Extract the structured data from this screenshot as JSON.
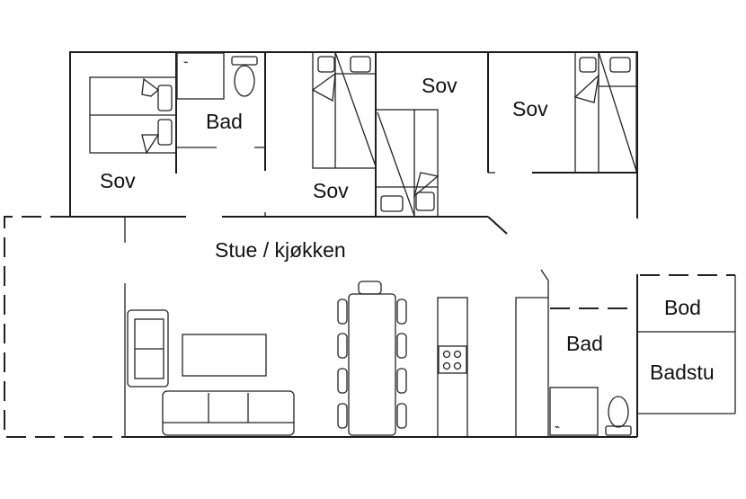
{
  "plan": {
    "rooms": [
      {
        "id": "sov1",
        "label": "Sov"
      },
      {
        "id": "bad1",
        "label": "Bad"
      },
      {
        "id": "sov2",
        "label": "Sov"
      },
      {
        "id": "sov3",
        "label": "Sov"
      },
      {
        "id": "sov4",
        "label": "Sov"
      },
      {
        "id": "stue",
        "label": "Stue / kjøkken"
      },
      {
        "id": "bad2",
        "label": "Bad"
      },
      {
        "id": "bod",
        "label": "Bod"
      },
      {
        "id": "badstu",
        "label": "Badstu"
      }
    ]
  }
}
